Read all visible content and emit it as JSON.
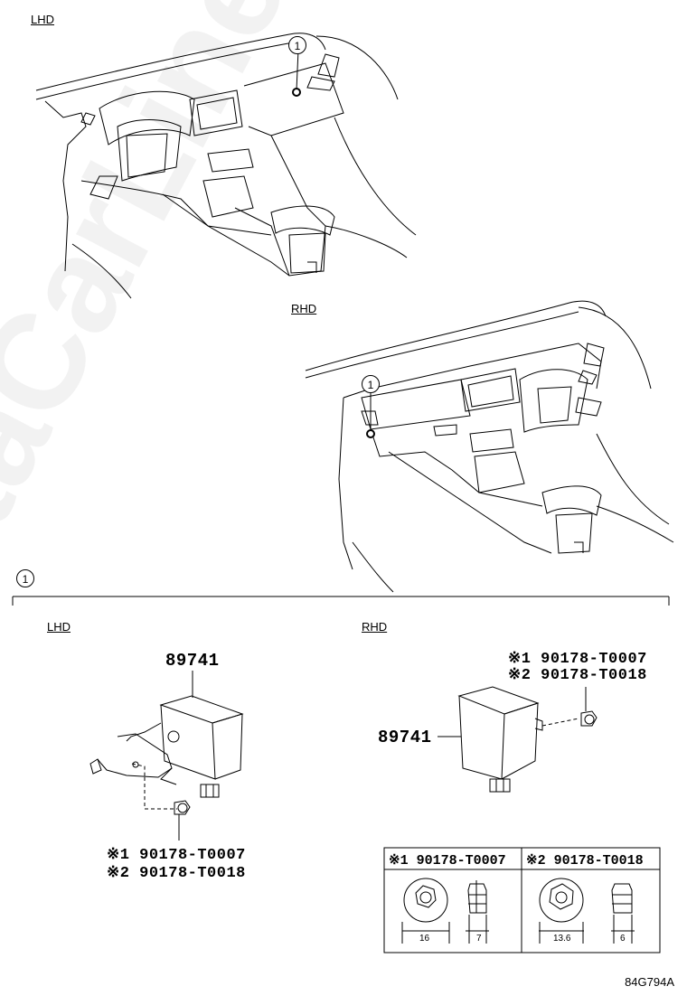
{
  "watermark": "ToyotaCarLine.ru",
  "top": {
    "lhd_label": "LHD",
    "rhd_label": "RHD",
    "callout": "1"
  },
  "detail": {
    "callout": "1",
    "lhd_label": "LHD",
    "rhd_label": "RHD",
    "lhd_part": "89741",
    "rhd_part": "89741",
    "lhd_bolts": [
      "※1 90178-T0007",
      "※2 90178-T0018"
    ],
    "rhd_bolts": [
      "※1 90178-T0007",
      "※2 90178-T0018"
    ]
  },
  "table": {
    "col1_header": "※1 90178-T0007",
    "col2_header": "※2 90178-T0018",
    "dims": [
      "16",
      "7",
      "13.6",
      "6"
    ]
  },
  "drawing_code": "84G794A"
}
